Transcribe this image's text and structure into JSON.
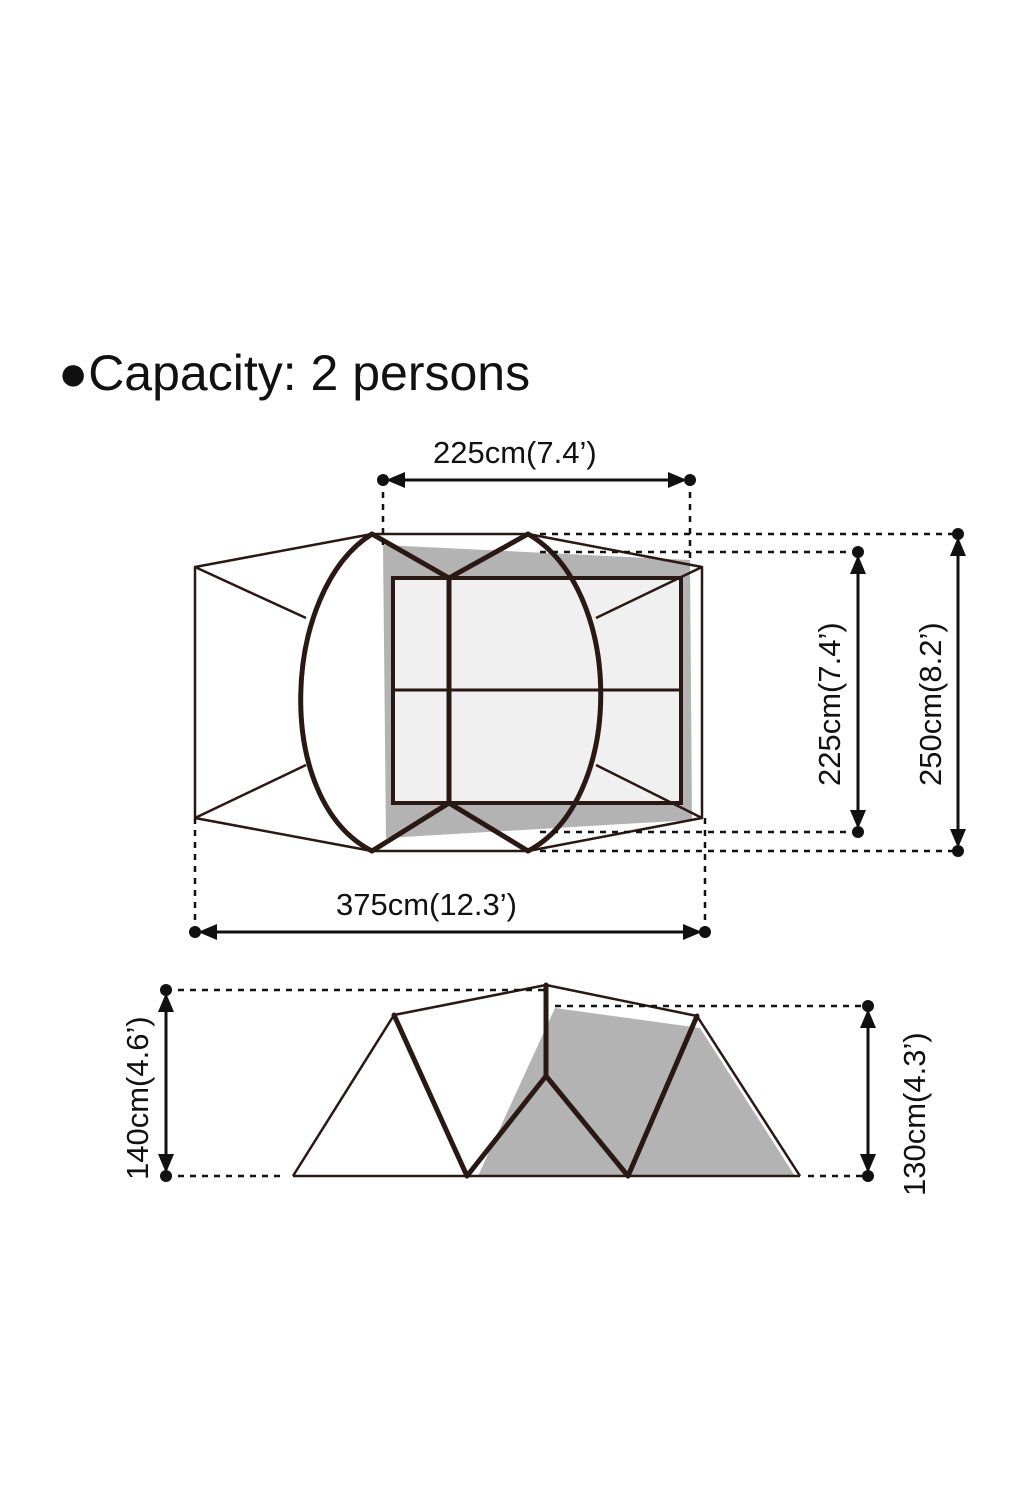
{
  "title": "●Capacity: 2 persons",
  "dimensions": {
    "inner_length": "225cm(7.4’)",
    "inner_width": "225cm(7.4’)",
    "outer_width": "250cm(8.2’)",
    "total_length": "375cm(12.3’)",
    "total_height": "140cm(4.6’)",
    "inner_height": "130cm(4.3’)"
  },
  "colors": {
    "line": "#2a1814",
    "inner_floor": "#f0f0f0",
    "inner_shadow": "#b3b3b3",
    "text": "#111111"
  }
}
